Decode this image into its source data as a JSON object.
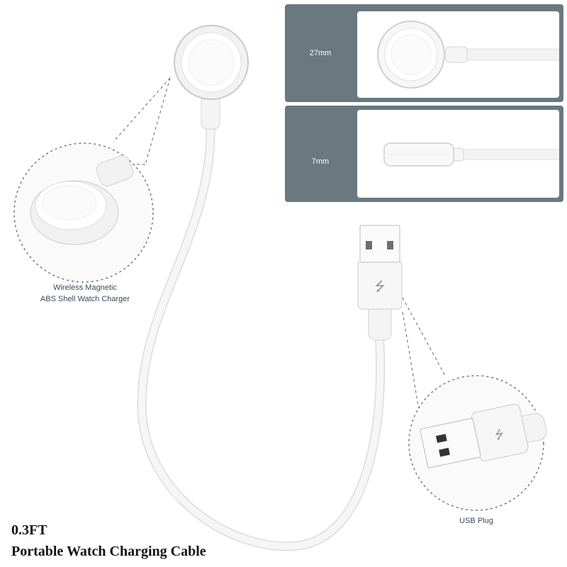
{
  "product": {
    "length": "0.3FT",
    "name": "Portable Watch Charging Cable"
  },
  "callouts": {
    "wireless": {
      "line1": "Wireless Magnetic",
      "line2": "ABS Shell Watch Charger"
    },
    "usb": "USB Plug"
  },
  "dimensions": {
    "diameter": "27mm",
    "thickness": "7mm"
  },
  "colors": {
    "panel": "#6a7880",
    "cable": "#f4f4f4",
    "text": "#3b4a58"
  }
}
